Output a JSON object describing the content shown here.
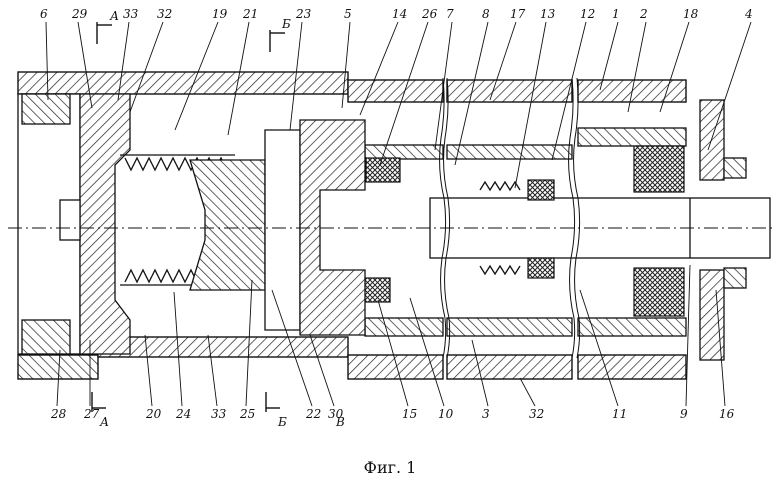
{
  "figure": {
    "caption": "Фиг. 1",
    "section_marks": {
      "a_top": "А",
      "b_top": "Б",
      "a_bottom": "А",
      "b_bottom": "Б",
      "v_bottom": "В"
    },
    "top_labels": [
      "6",
      "29",
      "33",
      "32",
      "19",
      "21",
      "23",
      "5",
      "14",
      "26",
      "7",
      "8",
      "17",
      "13",
      "12",
      "1",
      "2",
      "18",
      "4"
    ],
    "bottom_labels": [
      "28",
      "27",
      "20",
      "24",
      "33",
      "25",
      "22",
      "30",
      "15",
      "10",
      "3",
      "32",
      "11",
      "9",
      "16"
    ]
  }
}
